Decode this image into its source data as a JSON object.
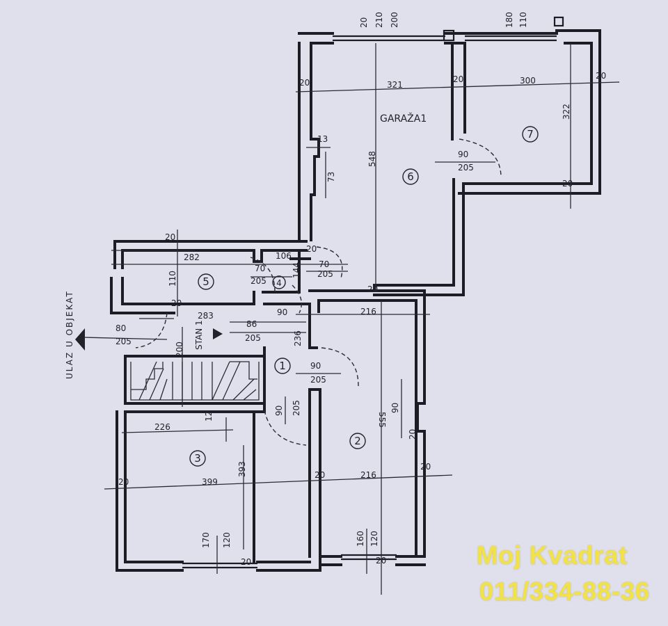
{
  "plan": {
    "garage_label": "GARAŽA1",
    "unit_label": "STAN 1",
    "entrance_label": "ULAZ U OBJEKAT",
    "rooms": [
      {
        "id": "r1",
        "number": "1"
      },
      {
        "id": "r2",
        "number": "2"
      },
      {
        "id": "r3",
        "number": "3"
      },
      {
        "id": "r4",
        "number": "4"
      },
      {
        "id": "r5",
        "number": "5"
      },
      {
        "id": "r6",
        "number": "6"
      },
      {
        "id": "r7",
        "number": "7"
      }
    ],
    "dimensions": {
      "top_20": "20",
      "top_210": "210",
      "top_200": "200",
      "top_180": "180",
      "top_110": "110",
      "w_20a": "20",
      "w_321": "321",
      "w_20b": "20",
      "w_300": "300",
      "w_20c": "20",
      "h_322": "322",
      "h_548": "548",
      "d_13": "13",
      "d_73": "73",
      "door_g_w": "90",
      "door_g_h": "205",
      "w_20d": "20",
      "r5_20": "20",
      "r5_282": "282",
      "r5_110": "110",
      "r5_20b": "20",
      "r4_106": "106",
      "r4_20": "20",
      "r4_70": "70",
      "r4_205": "205",
      "r5_door_w": "70",
      "r5_door_h": "205",
      "r4_144": "144",
      "c_90": "90",
      "c_216": "216",
      "c_20": "20",
      "c_283": "283",
      "c_86": "86",
      "c_205": "205",
      "c_236": "236",
      "ent_80": "80",
      "ent_205": "205",
      "st_200": "200",
      "r1_door_w": "90",
      "r1_door_h": "205",
      "r1s_door_w": "90",
      "r1s_door_h": "205",
      "r2_555": "555",
      "r2_90": "90",
      "r2_20": "20",
      "r2_20b": "20",
      "r2_216": "216",
      "r2_20c": "20",
      "r2_160": "160",
      "r2_120": "120",
      "r2_20d": "20",
      "r3_226": "226",
      "r3_12": "12",
      "r3_393": "393",
      "r3_20": "20",
      "r3_399": "399",
      "r3_170": "170",
      "r3_120": "120",
      "r3_20b": "20"
    }
  },
  "watermark": {
    "line1": "Moj Kvadrat",
    "line2": "011/334-88-36",
    "color": "#f3e246"
  }
}
